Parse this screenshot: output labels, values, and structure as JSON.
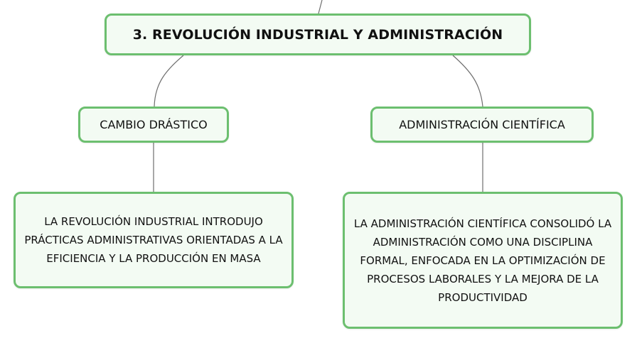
{
  "root": {
    "title": "3. REVOLUCIÓN INDUSTRIAL Y ADMINISTRACIÓN"
  },
  "branches": [
    {
      "label": "CAMBIO DRÁSTICO",
      "detail": "LA REVOLUCIÓN INDUSTRIAL INTRODUJO PRÁCTICAS ADMINISTRATIVAS ORIENTADAS A LA EFICIENCIA Y LA PRODUCCIÓN EN MASA"
    },
    {
      "label": "ADMINISTRACIÓN CIENTÍFICA",
      "detail": "LA ADMINISTRACIÓN CIENTÍFICA CONSOLIDÓ LA ADMINISTRACIÓN COMO UNA DISCIPLINA FORMAL, ENFOCADA EN LA OPTIMIZACIÓN DE PROCESOS LABORALES Y LA MEJORA DE LA PRODUCTIVIDAD"
    }
  ],
  "colors": {
    "node_border": "#6cbf6f",
    "node_fill": "#f3fbf3",
    "connector": "#6e6e6e",
    "text": "#111111"
  }
}
